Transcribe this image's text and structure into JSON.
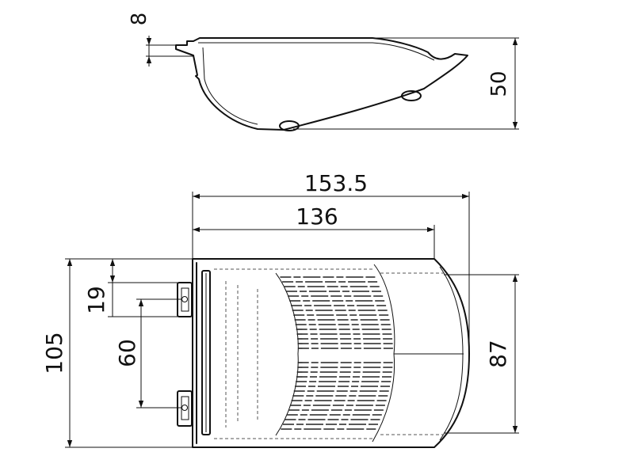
{
  "dimensions": {
    "lip_height": "8",
    "total_height": "50",
    "overall_length": "153.5",
    "body_length": "136",
    "overall_width": "105",
    "front_width": "87",
    "mount_offset": "19",
    "mount_spacing": "60"
  }
}
